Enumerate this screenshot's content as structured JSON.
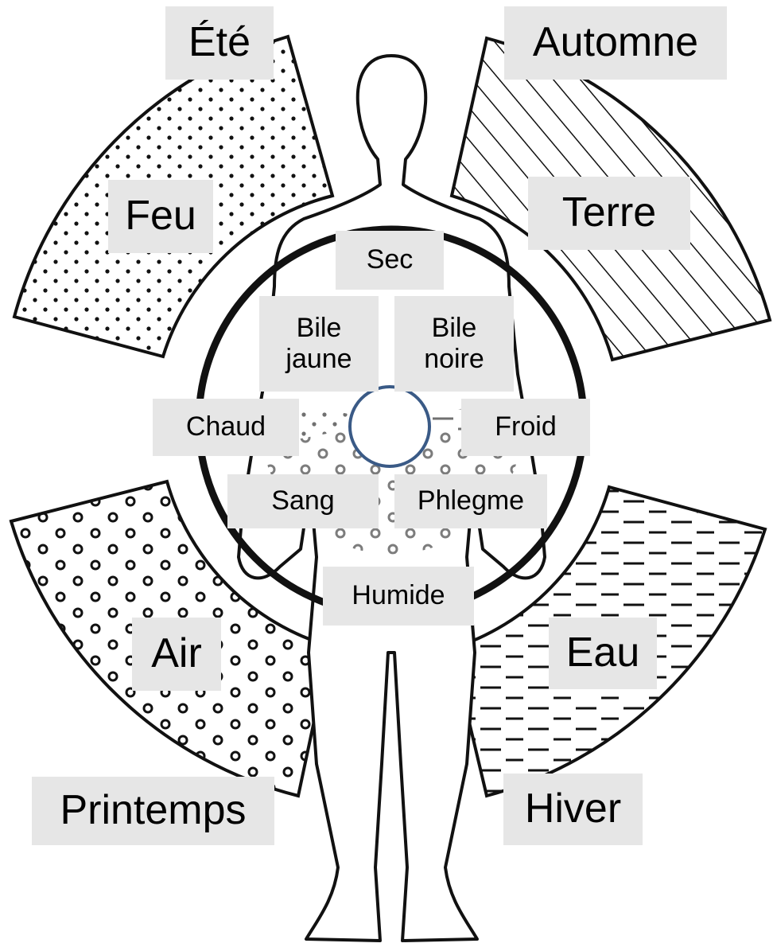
{
  "seasons": {
    "summer": "Été",
    "autumn": "Automne",
    "spring": "Printemps",
    "winter": "Hiver"
  },
  "elements": {
    "fire": "Feu",
    "earth": "Terre",
    "air": "Air",
    "water": "Eau"
  },
  "qualities": {
    "dry": "Sec",
    "hot": "Chaud",
    "cold": "Froid",
    "wet": "Humide"
  },
  "humours": {
    "yellow_bile_1": "Bile",
    "yellow_bile_2": "jaune",
    "black_bile_1": "Bile",
    "black_bile_2": "noire",
    "blood": "Sang",
    "phlegm": "Phlegme"
  },
  "colors": {
    "label_background": "#e6e6e6",
    "center_circle_stroke": "#3a5a86",
    "line": "#111111"
  }
}
